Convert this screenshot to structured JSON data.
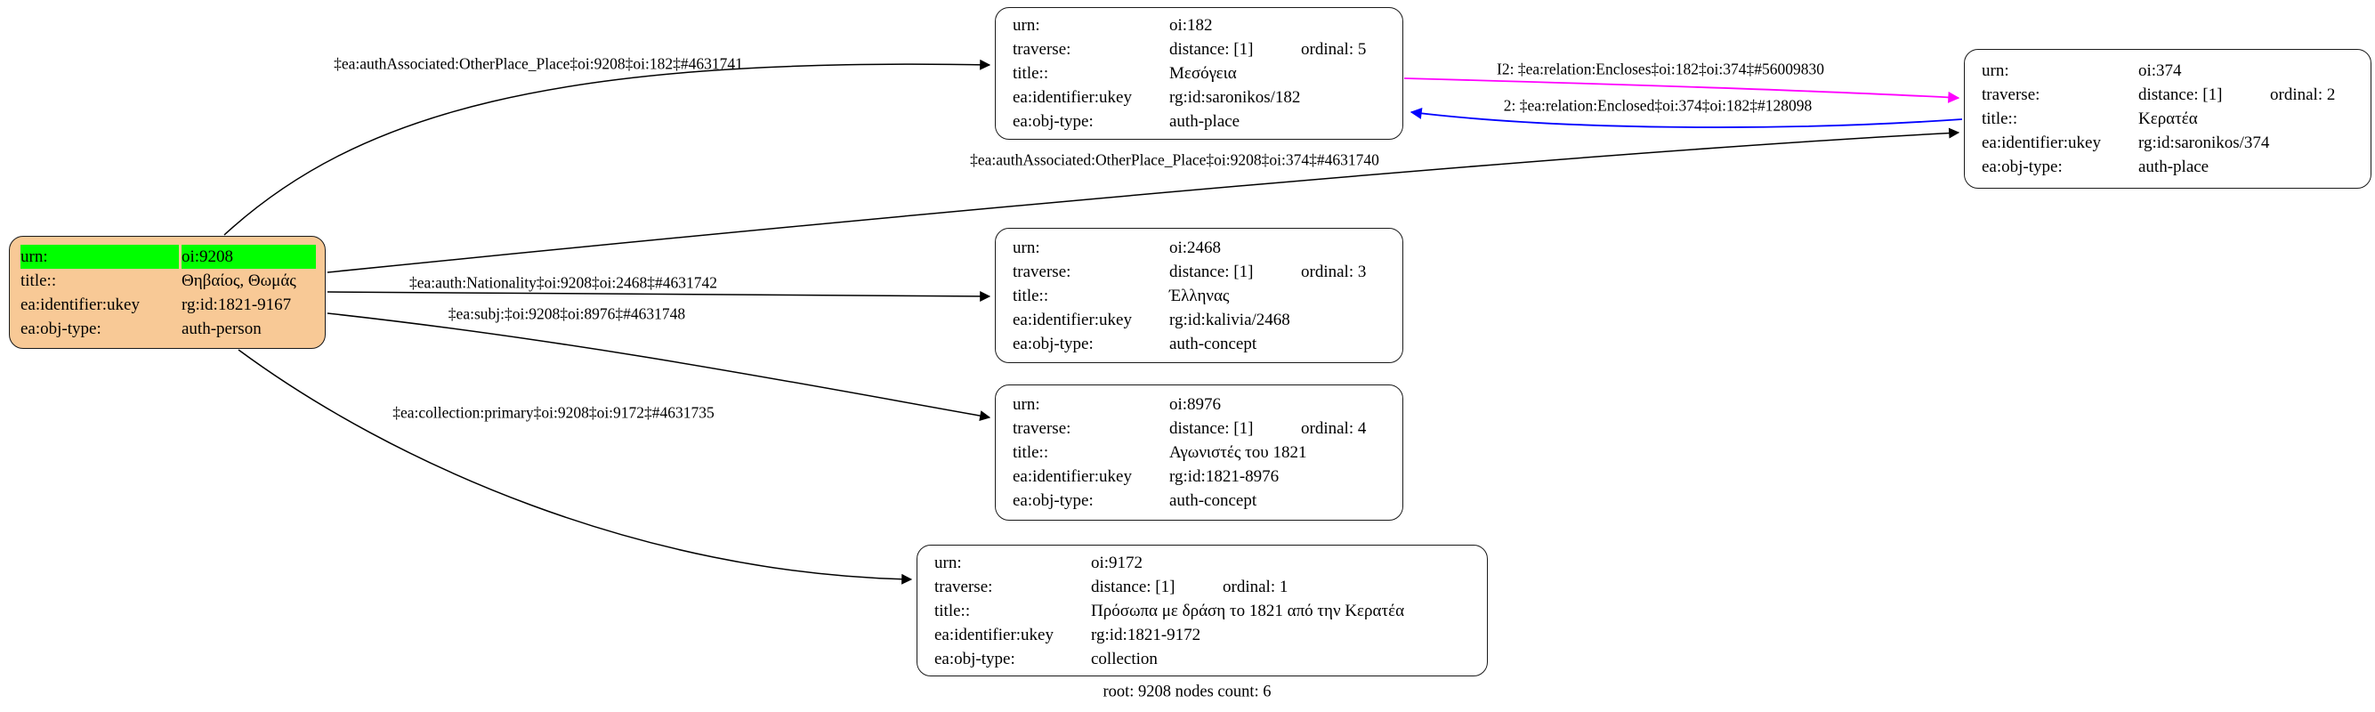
{
  "caption": "root: 9208 nodes count: 6",
  "colors": {
    "root_node_fill": "#f8c996",
    "urn_highlight": "#00ff00",
    "node_fill": "#ffffff",
    "edge_default": "#000000",
    "edge_encloses": "#ff00ff",
    "edge_enclosed": "#0000ff"
  },
  "nodes": {
    "n9208": {
      "urn_label": "urn:",
      "urn_value": "oi:9208",
      "title_label": "title::",
      "title_value": "Θηβαίος, Θωμάς",
      "id_label": "ea:identifier:ukey",
      "id_value": "rg:id:1821-9167",
      "type_label": "ea:obj-type:",
      "type_value": "auth-person"
    },
    "n182": {
      "urn_label": "urn:",
      "urn_value": "oi:182",
      "trav_label": "traverse:",
      "trav_distance": "distance: [1]",
      "trav_ordinal": "ordinal: 5",
      "title_label": "title::",
      "title_value": "Μεσόγεια",
      "id_label": "ea:identifier:ukey",
      "id_value": "rg:id:saronikos/182",
      "type_label": "ea:obj-type:",
      "type_value": "auth-place"
    },
    "n374": {
      "urn_label": "urn:",
      "urn_value": "oi:374",
      "trav_label": "traverse:",
      "trav_distance": "distance: [1]",
      "trav_ordinal": "ordinal: 2",
      "title_label": "title::",
      "title_value": "Κερατέα",
      "id_label": "ea:identifier:ukey",
      "id_value": "rg:id:saronikos/374",
      "type_label": "ea:obj-type:",
      "type_value": "auth-place"
    },
    "n2468": {
      "urn_label": "urn:",
      "urn_value": "oi:2468",
      "trav_label": "traverse:",
      "trav_distance": "distance: [1]",
      "trav_ordinal": "ordinal: 3",
      "title_label": "title::",
      "title_value": "Έλληνας",
      "id_label": "ea:identifier:ukey",
      "id_value": "rg:id:kalivia/2468",
      "type_label": "ea:obj-type:",
      "type_value": "auth-concept"
    },
    "n8976": {
      "urn_label": "urn:",
      "urn_value": "oi:8976",
      "trav_label": "traverse:",
      "trav_distance": "distance: [1]",
      "trav_ordinal": "ordinal: 4",
      "title_label": "title::",
      "title_value": "Αγωνιστές του 1821",
      "id_label": "ea:identifier:ukey",
      "id_value": "rg:id:1821-8976",
      "type_label": "ea:obj-type:",
      "type_value": "auth-concept"
    },
    "n9172": {
      "urn_label": "urn:",
      "urn_value": "oi:9172",
      "trav_label": "traverse:",
      "trav_distance": "distance: [1]",
      "trav_ordinal": "ordinal: 1",
      "title_label": "title::",
      "title_value": "Πρόσωπα με δράση το 1821 από την Κερατέα",
      "id_label": "ea:identifier:ukey",
      "id_value": "rg:id:1821-9172",
      "type_label": "ea:obj-type:",
      "type_value": "collection"
    }
  },
  "edges": {
    "assoc_182": {
      "label": "‡ea:authAssociated:OtherPlace_Place‡oi:9208‡oi:182‡#4631741"
    },
    "assoc_374": {
      "label": "‡ea:authAssociated:OtherPlace_Place‡oi:9208‡oi:374‡#4631740"
    },
    "nationality_2468": {
      "label": "‡ea:auth:Nationality‡oi:9208‡oi:2468‡#4631742"
    },
    "subj_8976": {
      "label": "‡ea:subj:‡oi:9208‡oi:8976‡#4631748"
    },
    "collection_9172": {
      "label": "‡ea:collection:primary‡oi:9208‡oi:9172‡#4631735"
    },
    "encloses": {
      "label": "I2: ‡ea:relation:Encloses‡oi:182‡oi:374‡#56009830"
    },
    "enclosed": {
      "label": "2: ‡ea:relation:Enclosed‡oi:374‡oi:182‡#128098"
    }
  }
}
